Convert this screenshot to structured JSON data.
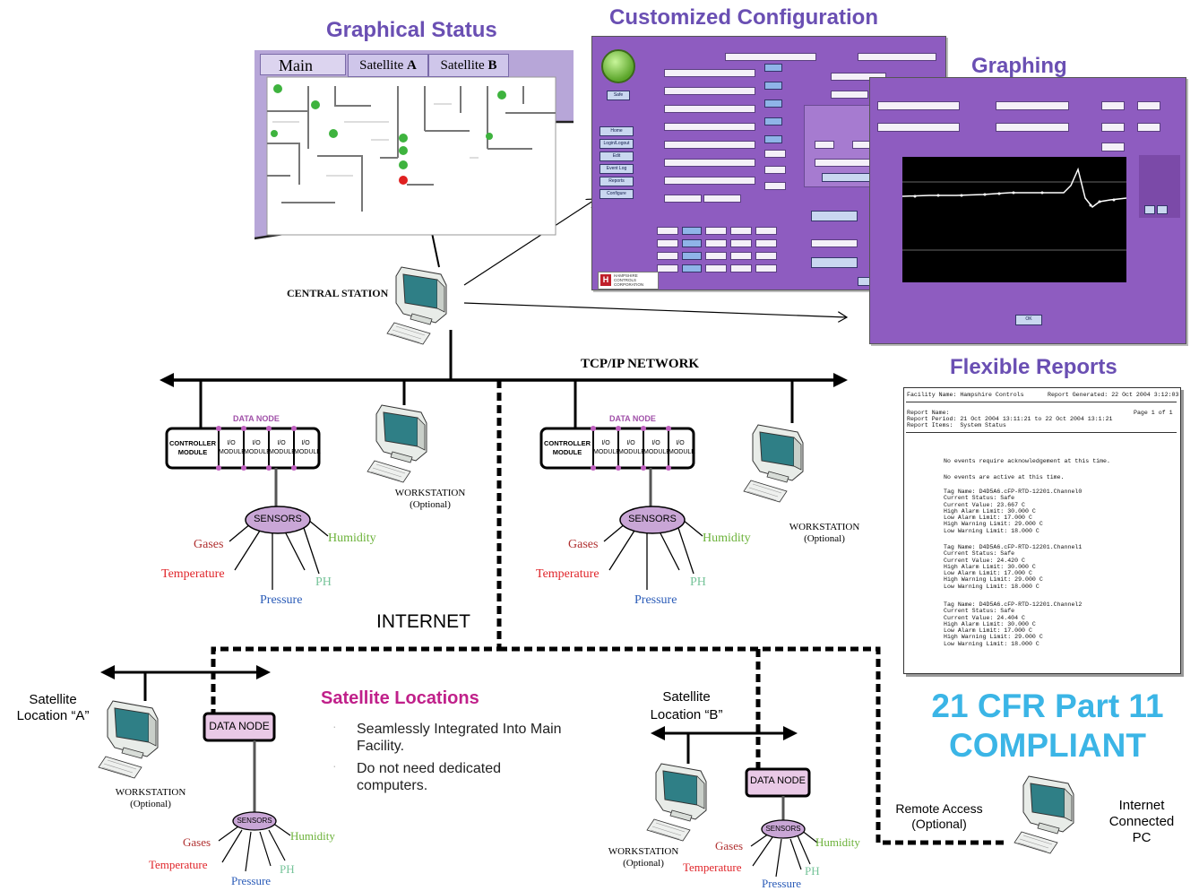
{
  "headings": {
    "graphical_status": "Graphical Status",
    "customized_configuration": "Customized Configuration",
    "graphing": "Graphing",
    "flexible_reports": "Flexible Reports",
    "satellite_locations": "Satellite Locations"
  },
  "graphical_status_tabs": [
    {
      "label": "Main"
    },
    {
      "label": "Satellite ",
      "bold": "A"
    },
    {
      "label": "Satellite ",
      "bold": "B"
    }
  ],
  "network": {
    "central_station": "CENTRAL STATION",
    "tcpip": "TCP/IP NETWORK",
    "internet": "INTERNET",
    "data_node": "DATA NODE",
    "controller_module": [
      "CONTROLLER",
      "MODULE"
    ],
    "io_module": [
      "I/O",
      "MODULE"
    ],
    "workstation": "WORKSTATION",
    "optional": "(Optional)",
    "sensors": "SENSORS",
    "gases": "Gases",
    "temperature": "Temperature",
    "pressure": "Pressure",
    "ph": "PH",
    "humidity": "Humidity"
  },
  "satellites": {
    "a_line1": "Satellite",
    "a_line2": "Location “A”",
    "b_line1": "Satellite",
    "b_line2": "Location “B”",
    "bullet1_line1": "Seamlessly Integrated Into Main",
    "bullet1_line2": "Facility.",
    "bullet2_line1": "Do not need dedicated",
    "bullet2_line2": "computers."
  },
  "remote": {
    "remote_line1": "Remote Access",
    "remote_line2": "(Optional)",
    "pc_line1": "Internet",
    "pc_line2": "Connected",
    "pc_line3": "PC"
  },
  "compliance": {
    "line1": "21 CFR Part 11",
    "line2": "COMPLIANT"
  },
  "config_panel": {
    "status_label": "Safe",
    "nav_buttons": [
      "Home",
      "Login/Logout",
      "Edit",
      "Event Log",
      "Reports",
      "Configure"
    ],
    "hampshire_lines": [
      "HAMPSHIRE",
      "CONTROLS",
      "CORPORATION"
    ]
  },
  "graphing_panel": {
    "ok_label": "OK"
  },
  "report": {
    "header_left": "Facility Name: Hampshire Controls",
    "header_right": "Report Generated: 22 Oct 2004 3:12:03",
    "report_name": "Report Name:",
    "page": "Page 1 of 1",
    "period": "Report Period: 21 Oct 2004 13:11:21 to 22 Oct 2004 13:1:21",
    "items": "Report Items:  System Status",
    "ack": "No events require acknowledgement at this time.",
    "active": "No events are active at this time.",
    "tags": [
      {
        "name": "Tag Name: D4D5A6.cFP-RTD-12201.Channel0",
        "status": "Current Status: Safe",
        "value": "Current Value: 23.667 C",
        "high_alarm": "High Alarm Limit: 30.000 C",
        "low_alarm": "Low Alarm Limit: 17.000 C",
        "high_warn": "High Warning Limit: 29.000 C",
        "low_warn": "Low Warning Limit: 18.000 C"
      },
      {
        "name": "Tag Name: D4D5A6.cFP-RTD-12201.Channel1",
        "status": "Current Status: Safe",
        "value": "Current Value: 24.420 C",
        "high_alarm": "High Alarm Limit: 30.000 C",
        "low_alarm": "Low Alarm Limit: 17.000 C",
        "high_warn": "High Warning Limit: 29.000 C",
        "low_warn": "Low Warning Limit: 18.000 C"
      },
      {
        "name": "Tag Name: D4D5A6.cFP-RTD-12201.Channel2",
        "status": "Current Status: Safe",
        "value": "Current Value: 24.404 C",
        "high_alarm": "High Alarm Limit: 30.000 C",
        "low_alarm": "Low Alarm Limit: 17.000 C",
        "high_warn": "High Warning Limit: 29.000 C",
        "low_warn": "Low Warning Limit: 18.000 C"
      }
    ]
  },
  "colors": {
    "heading": "#6a4fb3",
    "panel_purple": "#8e5cc0",
    "compliance_blue": "#3bb5e6",
    "satellite_heading": "#c0208a",
    "data_node_fill": "#e9c9e6",
    "sensors_fill": "#c9a6d6"
  }
}
